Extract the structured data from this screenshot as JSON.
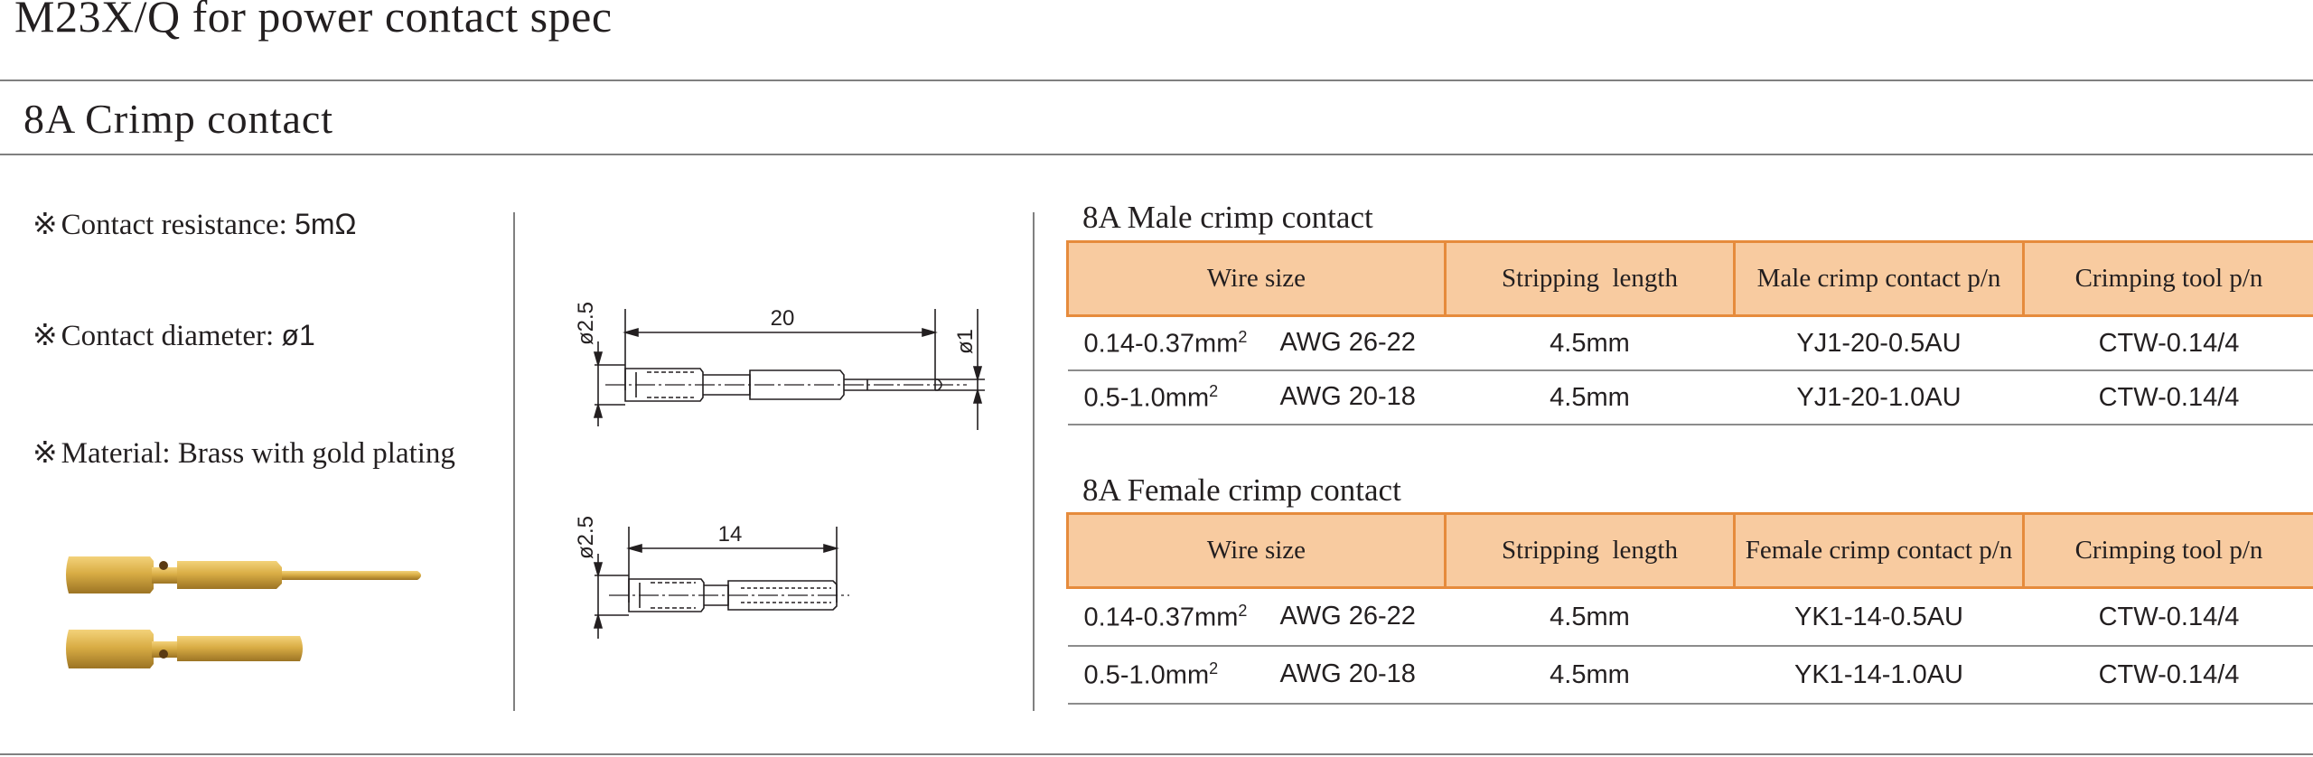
{
  "page_title": "M23X/Q for power contact spec",
  "section_title": "8A Crimp contact",
  "specs": [
    {
      "mark": "※",
      "label": "Contact resistance:",
      "value": "5mΩ"
    },
    {
      "mark": "※",
      "label": "Contact diameter:",
      "value": "ø1"
    },
    {
      "mark": "※",
      "label": "Material: Brass with gold plating",
      "value": ""
    }
  ],
  "drawings": {
    "male": {
      "dia_left": "ø2.5",
      "length": "20",
      "dia_right": "ø1"
    },
    "female": {
      "dia_left": "ø2.5",
      "length": "14"
    }
  },
  "male_table": {
    "title": "8A Male crimp contact",
    "headers": [
      "Wire size",
      "Stripping  length",
      "Male crimp contact p/n",
      "Crimping tool p/n"
    ],
    "rows": [
      {
        "mm": "0.14-0.37mm",
        "sup": "2",
        "awg": "AWG 26-22",
        "strip": "4.5mm",
        "pn": "YJ1-20-0.5AU",
        "tool": "CTW-0.14/4"
      },
      {
        "mm": "0.5-1.0mm",
        "sup": "2",
        "awg": "AWG 20-18",
        "strip": "4.5mm",
        "pn": "YJ1-20-1.0AU",
        "tool": "CTW-0.14/4"
      }
    ]
  },
  "female_table": {
    "title": "8A Female crimp contact",
    "headers": [
      "Wire size",
      "Stripping  length",
      "Female crimp contact p/n",
      "Crimping tool p/n"
    ],
    "rows": [
      {
        "mm": "0.14-0.37mm",
        "sup": "2",
        "awg": "AWG 26-22",
        "strip": "4.5mm",
        "pn": "YK1-14-0.5AU",
        "tool": "CTW-0.14/4"
      },
      {
        "mm": "0.5-1.0mm",
        "sup": "2",
        "awg": "AWG 20-18",
        "strip": "4.5mm",
        "pn": "YK1-14-1.0AU",
        "tool": "CTW-0.14/4"
      }
    ]
  },
  "colors": {
    "header_fill": "#f8cba0",
    "header_border": "#e68b3c",
    "rule": "#808080",
    "gold": "#c9a032"
  }
}
